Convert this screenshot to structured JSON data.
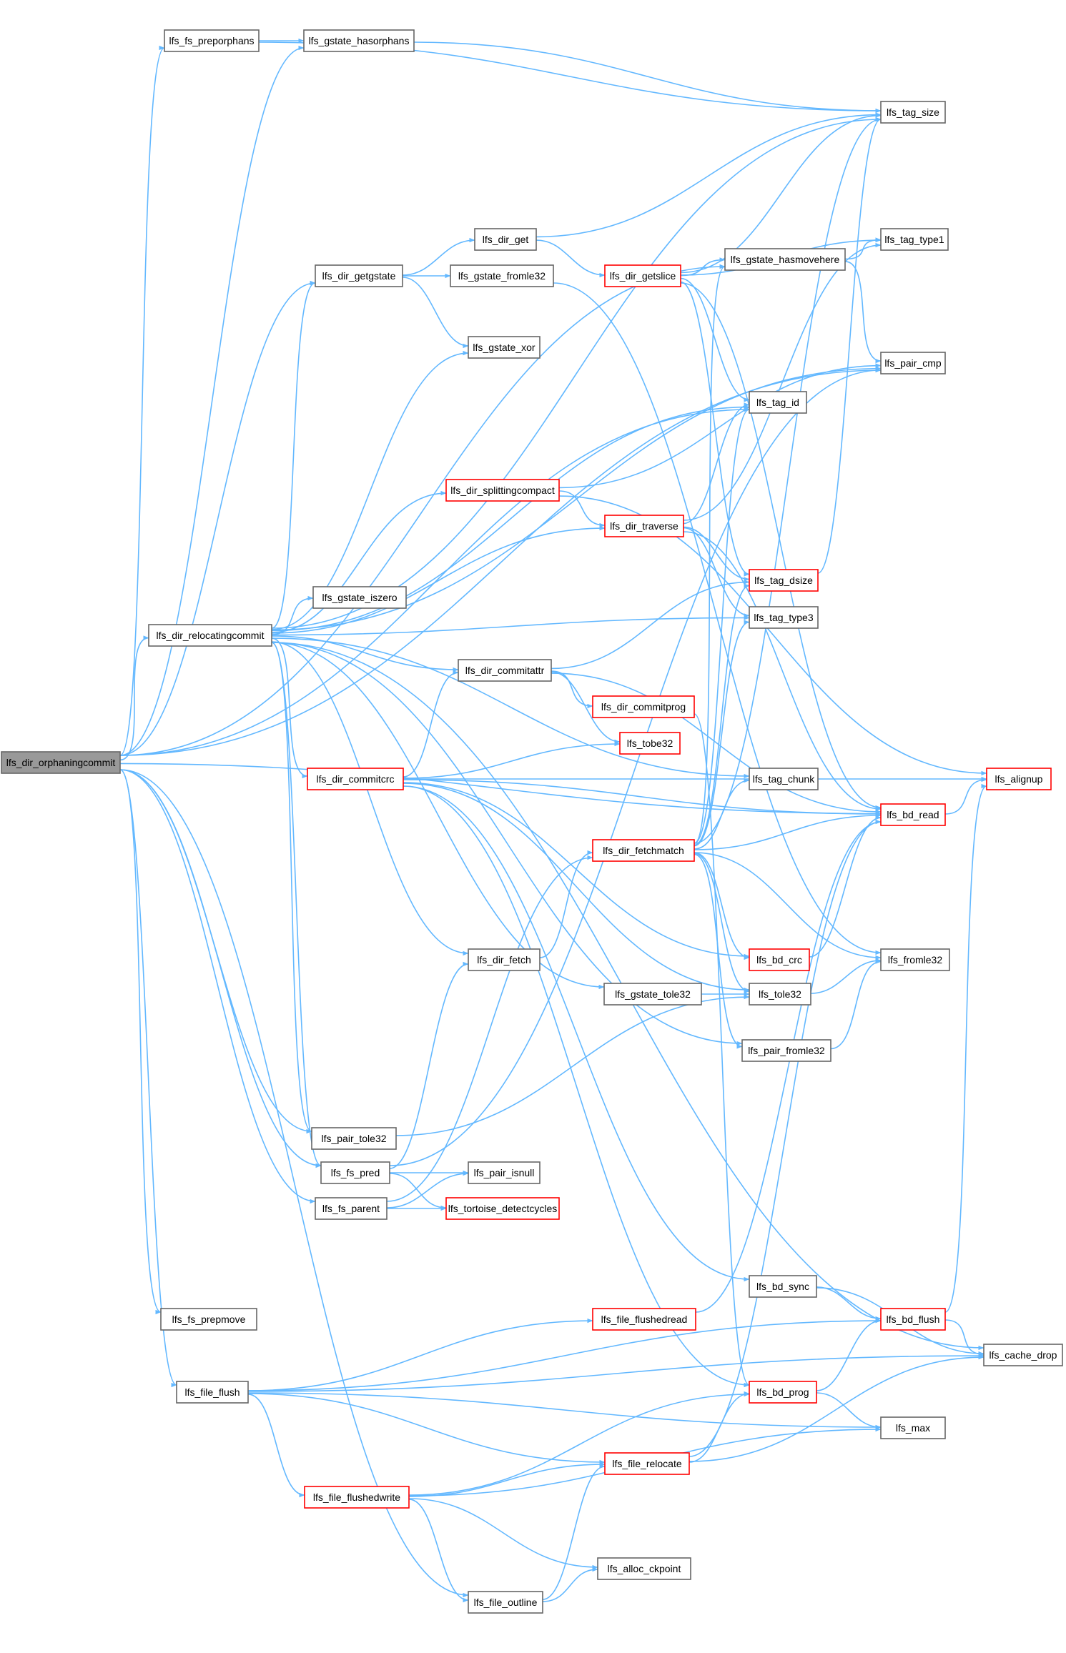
{
  "colors": {
    "edge": "#63b8ff",
    "node_border": "#666666",
    "node_border_truncated": "#ff0000",
    "node_fill": "#ffffff",
    "root_fill": "#999999"
  },
  "nodes": [
    {
      "id": "lfs_dir_orphaningcommit",
      "label": "lfs_dir_orphaningcommit",
      "root": true
    },
    {
      "id": "lfs_fs_preporphans",
      "label": "lfs_fs_preporphans"
    },
    {
      "id": "lfs_gstate_hasorphans",
      "label": "lfs_gstate_hasorphans"
    },
    {
      "id": "lfs_tag_size",
      "label": "lfs_tag_size"
    },
    {
      "id": "lfs_dir_get",
      "label": "lfs_dir_get"
    },
    {
      "id": "lfs_dir_getgstate",
      "label": "lfs_dir_getgstate"
    },
    {
      "id": "lfs_gstate_fromle32",
      "label": "lfs_gstate_fromle32"
    },
    {
      "id": "lfs_dir_getslice",
      "label": "lfs_dir_getslice",
      "truncated": true
    },
    {
      "id": "lfs_gstate_hasmovehere",
      "label": "lfs_gstate_hasmovehere"
    },
    {
      "id": "lfs_tag_type1",
      "label": "lfs_tag_type1"
    },
    {
      "id": "lfs_gstate_xor",
      "label": "lfs_gstate_xor"
    },
    {
      "id": "lfs_pair_cmp",
      "label": "lfs_pair_cmp"
    },
    {
      "id": "lfs_tag_id",
      "label": "lfs_tag_id"
    },
    {
      "id": "lfs_dir_splittingcompact",
      "label": "lfs_dir_splittingcompact",
      "truncated": true
    },
    {
      "id": "lfs_dir_traverse",
      "label": "lfs_dir_traverse",
      "truncated": true
    },
    {
      "id": "lfs_tag_dsize",
      "label": "lfs_tag_dsize",
      "truncated": true
    },
    {
      "id": "lfs_gstate_iszero",
      "label": "lfs_gstate_iszero"
    },
    {
      "id": "lfs_tag_type3",
      "label": "lfs_tag_type3"
    },
    {
      "id": "lfs_dir_relocatingcommit",
      "label": "lfs_dir_relocatingcommit"
    },
    {
      "id": "lfs_dir_commitattr",
      "label": "lfs_dir_commitattr"
    },
    {
      "id": "lfs_dir_commitprog",
      "label": "lfs_dir_commitprog",
      "truncated": true
    },
    {
      "id": "lfs_tobe32",
      "label": "lfs_tobe32",
      "truncated": true
    },
    {
      "id": "lfs_dir_commitcrc",
      "label": "lfs_dir_commitcrc",
      "truncated": true
    },
    {
      "id": "lfs_tag_chunk",
      "label": "lfs_tag_chunk"
    },
    {
      "id": "lfs_alignup",
      "label": "lfs_alignup",
      "truncated": true
    },
    {
      "id": "lfs_bd_read",
      "label": "lfs_bd_read",
      "truncated": true
    },
    {
      "id": "lfs_dir_fetchmatch",
      "label": "lfs_dir_fetchmatch",
      "truncated": true
    },
    {
      "id": "lfs_bd_crc",
      "label": "lfs_bd_crc",
      "truncated": true
    },
    {
      "id": "lfs_fromle32",
      "label": "lfs_fromle32"
    },
    {
      "id": "lfs_dir_fetch",
      "label": "lfs_dir_fetch"
    },
    {
      "id": "lfs_gstate_tole32",
      "label": "lfs_gstate_tole32"
    },
    {
      "id": "lfs_tole32",
      "label": "lfs_tole32"
    },
    {
      "id": "lfs_pair_fromle32",
      "label": "lfs_pair_fromle32"
    },
    {
      "id": "lfs_pair_tole32",
      "label": "lfs_pair_tole32"
    },
    {
      "id": "lfs_fs_pred",
      "label": "lfs_fs_pred"
    },
    {
      "id": "lfs_pair_isnull",
      "label": "lfs_pair_isnull"
    },
    {
      "id": "lfs_fs_parent",
      "label": "lfs_fs_parent"
    },
    {
      "id": "lfs_tortoise_detectcycles",
      "label": "lfs_tortoise_detectcycles",
      "truncated": true
    },
    {
      "id": "lfs_bd_sync",
      "label": "lfs_bd_sync"
    },
    {
      "id": "lfs_fs_prepmove",
      "label": "lfs_fs_prepmove"
    },
    {
      "id": "lfs_file_flushedread",
      "label": "lfs_file_flushedread",
      "truncated": true
    },
    {
      "id": "lfs_bd_flush",
      "label": "lfs_bd_flush",
      "truncated": true
    },
    {
      "id": "lfs_cache_drop",
      "label": "lfs_cache_drop"
    },
    {
      "id": "lfs_file_flush",
      "label": "lfs_file_flush"
    },
    {
      "id": "lfs_bd_prog",
      "label": "lfs_bd_prog",
      "truncated": true
    },
    {
      "id": "lfs_max",
      "label": "lfs_max"
    },
    {
      "id": "lfs_file_relocate",
      "label": "lfs_file_relocate",
      "truncated": true
    },
    {
      "id": "lfs_file_flushedwrite",
      "label": "lfs_file_flushedwrite",
      "truncated": true
    },
    {
      "id": "lfs_alloc_ckpoint",
      "label": "lfs_alloc_ckpoint"
    },
    {
      "id": "lfs_file_outline",
      "label": "lfs_file_outline"
    }
  ],
  "edges": [
    [
      "lfs_dir_orphaningcommit",
      "lfs_fs_preporphans"
    ],
    [
      "lfs_dir_orphaningcommit",
      "lfs_gstate_hasorphans"
    ],
    [
      "lfs_dir_orphaningcommit",
      "lfs_pair_cmp"
    ],
    [
      "lfs_dir_orphaningcommit",
      "lfs_gstate_hasmovehere"
    ],
    [
      "lfs_dir_orphaningcommit",
      "lfs_dir_getgstate"
    ],
    [
      "lfs_dir_orphaningcommit",
      "lfs_tag_id"
    ],
    [
      "lfs_dir_orphaningcommit",
      "lfs_dir_relocatingcommit"
    ],
    [
      "lfs_dir_orphaningcommit",
      "lfs_pair_tole32"
    ],
    [
      "lfs_dir_orphaningcommit",
      "lfs_fs_pred"
    ],
    [
      "lfs_dir_orphaningcommit",
      "lfs_fs_parent"
    ],
    [
      "lfs_dir_orphaningcommit",
      "lfs_bd_read"
    ],
    [
      "lfs_dir_orphaningcommit",
      "lfs_fs_prepmove"
    ],
    [
      "lfs_dir_orphaningcommit",
      "lfs_file_flush"
    ],
    [
      "lfs_dir_orphaningcommit",
      "lfs_file_outline"
    ],
    [
      "lfs_fs_preporphans",
      "lfs_gstate_hasorphans"
    ],
    [
      "lfs_fs_preporphans",
      "lfs_tag_size"
    ],
    [
      "lfs_gstate_hasorphans",
      "lfs_tag_size"
    ],
    [
      "lfs_dir_getgstate",
      "lfs_dir_get"
    ],
    [
      "lfs_dir_getgstate",
      "lfs_gstate_fromle32"
    ],
    [
      "lfs_dir_getgstate",
      "lfs_gstate_xor"
    ],
    [
      "lfs_dir_get",
      "lfs_tag_size"
    ],
    [
      "lfs_dir_get",
      "lfs_dir_getslice"
    ],
    [
      "lfs_gstate_fromle32",
      "lfs_fromle32"
    ],
    [
      "lfs_dir_getslice",
      "lfs_gstate_hasmovehere"
    ],
    [
      "lfs_dir_getslice",
      "lfs_tag_type1"
    ],
    [
      "lfs_dir_getslice",
      "lfs_tag_size"
    ],
    [
      "lfs_dir_getslice",
      "lfs_tag_id"
    ],
    [
      "lfs_dir_getslice",
      "lfs_tag_dsize"
    ],
    [
      "lfs_dir_getslice",
      "lfs_bd_read"
    ],
    [
      "lfs_gstate_hasmovehere",
      "lfs_tag_type1"
    ],
    [
      "lfs_gstate_hasmovehere",
      "lfs_pair_cmp"
    ],
    [
      "lfs_dir_relocatingcommit",
      "lfs_dir_getgstate"
    ],
    [
      "lfs_dir_relocatingcommit",
      "lfs_gstate_xor"
    ],
    [
      "lfs_dir_relocatingcommit",
      "lfs_tag_size"
    ],
    [
      "lfs_dir_relocatingcommit",
      "lfs_pair_cmp"
    ],
    [
      "lfs_dir_relocatingcommit",
      "lfs_tag_id"
    ],
    [
      "lfs_dir_relocatingcommit",
      "lfs_dir_splittingcompact"
    ],
    [
      "lfs_dir_relocatingcommit",
      "lfs_dir_traverse"
    ],
    [
      "lfs_dir_relocatingcommit",
      "lfs_tag_type3"
    ],
    [
      "lfs_dir_relocatingcommit",
      "lfs_gstate_iszero"
    ],
    [
      "lfs_dir_relocatingcommit",
      "lfs_dir_commitattr"
    ],
    [
      "lfs_dir_relocatingcommit",
      "lfs_tag_chunk"
    ],
    [
      "lfs_dir_relocatingcommit",
      "lfs_dir_commitcrc"
    ],
    [
      "lfs_dir_relocatingcommit",
      "lfs_dir_fetch"
    ],
    [
      "lfs_dir_relocatingcommit",
      "lfs_gstate_tole32"
    ],
    [
      "lfs_dir_relocatingcommit",
      "lfs_pair_fromle32"
    ],
    [
      "lfs_dir_relocatingcommit",
      "lfs_pair_tole32"
    ],
    [
      "lfs_dir_relocatingcommit",
      "lfs_fs_pred"
    ],
    [
      "lfs_dir_relocatingcommit",
      "lfs_cache_drop"
    ],
    [
      "lfs_dir_splittingcompact",
      "lfs_dir_traverse"
    ],
    [
      "lfs_dir_splittingcompact",
      "lfs_pair_cmp"
    ],
    [
      "lfs_dir_splittingcompact",
      "lfs_alignup"
    ],
    [
      "lfs_dir_traverse",
      "lfs_tag_id"
    ],
    [
      "lfs_dir_traverse",
      "lfs_tag_type1"
    ],
    [
      "lfs_dir_traverse",
      "lfs_tag_dsize"
    ],
    [
      "lfs_dir_traverse",
      "lfs_tag_type3"
    ],
    [
      "lfs_dir_traverse",
      "lfs_bd_read"
    ],
    [
      "lfs_tag_dsize",
      "lfs_tag_size"
    ],
    [
      "lfs_dir_commitattr",
      "lfs_tag_dsize"
    ],
    [
      "lfs_dir_commitattr",
      "lfs_dir_commitprog"
    ],
    [
      "lfs_dir_commitattr",
      "lfs_tobe32"
    ],
    [
      "lfs_dir_commitattr",
      "lfs_bd_read"
    ],
    [
      "lfs_dir_commitprog",
      "lfs_bd_prog"
    ],
    [
      "lfs_dir_commitcrc",
      "lfs_dir_commitattr"
    ],
    [
      "lfs_dir_commitcrc",
      "lfs_tobe32"
    ],
    [
      "lfs_dir_commitcrc",
      "lfs_alignup"
    ],
    [
      "lfs_dir_commitcrc",
      "lfs_bd_read"
    ],
    [
      "lfs_dir_commitcrc",
      "lfs_bd_crc"
    ],
    [
      "lfs_dir_commitcrc",
      "lfs_tole32"
    ],
    [
      "lfs_dir_commitcrc",
      "lfs_bd_prog"
    ],
    [
      "lfs_dir_commitcrc",
      "lfs_bd_sync"
    ],
    [
      "lfs_bd_read",
      "lfs_alignup"
    ],
    [
      "lfs_dir_fetchmatch",
      "lfs_tag_size"
    ],
    [
      "lfs_dir_fetchmatch",
      "lfs_gstate_hasmovehere"
    ],
    [
      "lfs_dir_fetchmatch",
      "lfs_tag_id"
    ],
    [
      "lfs_dir_fetchmatch",
      "lfs_tag_dsize"
    ],
    [
      "lfs_dir_fetchmatch",
      "lfs_tag_type3"
    ],
    [
      "lfs_dir_fetchmatch",
      "lfs_tag_chunk"
    ],
    [
      "lfs_dir_fetchmatch",
      "lfs_bd_read"
    ],
    [
      "lfs_dir_fetchmatch",
      "lfs_bd_crc"
    ],
    [
      "lfs_dir_fetchmatch",
      "lfs_fromle32"
    ],
    [
      "lfs_dir_fetchmatch",
      "lfs_tole32"
    ],
    [
      "lfs_dir_fetchmatch",
      "lfs_pair_fromle32"
    ],
    [
      "lfs_bd_crc",
      "lfs_bd_read"
    ],
    [
      "lfs_dir_fetch",
      "lfs_dir_fetchmatch"
    ],
    [
      "lfs_gstate_tole32",
      "lfs_tole32"
    ],
    [
      "lfs_tole32",
      "lfs_fromle32"
    ],
    [
      "lfs_pair_fromle32",
      "lfs_fromle32"
    ],
    [
      "lfs_pair_tole32",
      "lfs_tole32"
    ],
    [
      "lfs_fs_pred",
      "lfs_pair_isnull"
    ],
    [
      "lfs_fs_pred",
      "lfs_dir_fetch"
    ],
    [
      "lfs_fs_pred",
      "lfs_pair_cmp"
    ],
    [
      "lfs_fs_pred",
      "lfs_tortoise_detectcycles"
    ],
    [
      "lfs_fs_parent",
      "lfs_pair_isnull"
    ],
    [
      "lfs_fs_parent",
      "lfs_tortoise_detectcycles"
    ],
    [
      "lfs_fs_parent",
      "lfs_dir_fetchmatch"
    ],
    [
      "lfs_bd_sync",
      "lfs_bd_flush"
    ],
    [
      "lfs_bd_sync",
      "lfs_cache_drop"
    ],
    [
      "lfs_bd_flush",
      "lfs_alignup"
    ],
    [
      "lfs_bd_flush",
      "lfs_cache_drop"
    ],
    [
      "lfs_file_flushedread",
      "lfs_bd_read"
    ],
    [
      "lfs_file_flush",
      "lfs_file_flushedread"
    ],
    [
      "lfs_file_flush",
      "lfs_bd_flush"
    ],
    [
      "lfs_file_flush",
      "lfs_max"
    ],
    [
      "lfs_file_flush",
      "lfs_file_relocate"
    ],
    [
      "lfs_file_flush",
      "lfs_file_flushedwrite"
    ],
    [
      "lfs_file_flush",
      "lfs_cache_drop"
    ],
    [
      "lfs_bd_prog",
      "lfs_bd_flush"
    ],
    [
      "lfs_bd_prog",
      "lfs_max"
    ],
    [
      "lfs_file_relocate",
      "lfs_bd_prog"
    ],
    [
      "lfs_file_relocate",
      "lfs_bd_read"
    ],
    [
      "lfs_file_relocate",
      "lfs_cache_drop"
    ],
    [
      "lfs_file_flushedwrite",
      "lfs_bd_prog"
    ],
    [
      "lfs_file_flushedwrite",
      "lfs_file_relocate"
    ],
    [
      "lfs_file_flushedwrite",
      "lfs_max"
    ],
    [
      "lfs_file_flushedwrite",
      "lfs_alloc_ckpoint"
    ],
    [
      "lfs_file_flushedwrite",
      "lfs_file_outline"
    ],
    [
      "lfs_file_outline",
      "lfs_alloc_ckpoint"
    ],
    [
      "lfs_file_outline",
      "lfs_file_relocate"
    ]
  ]
}
